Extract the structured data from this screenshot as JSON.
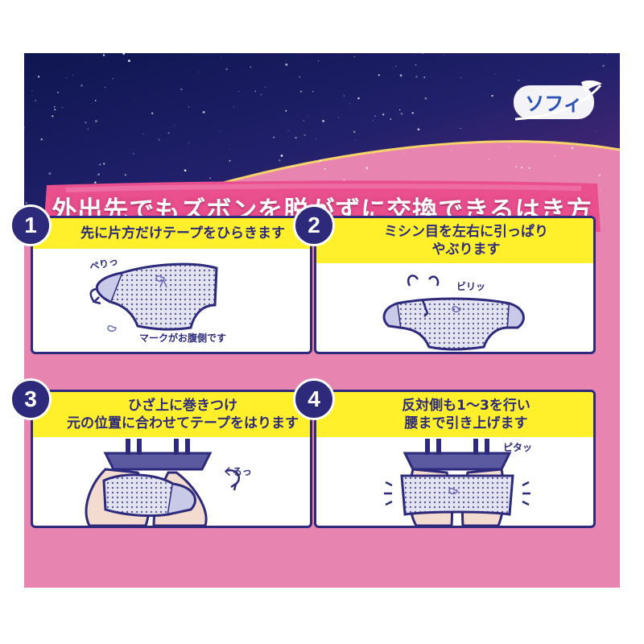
{
  "brand": {
    "logo_text": "ソフィ"
  },
  "headline": {
    "text": "外出先でもズボンを脱がずに交換できるはき方"
  },
  "steps": [
    {
      "number": "1",
      "lines": [
        "先に片方だけテープをひらきます"
      ],
      "notes": [
        "ぺりっ",
        "マークがお腹側です"
      ]
    },
    {
      "number": "2",
      "lines": [
        "ミシン目を左右に引っぱり",
        "やぶります"
      ],
      "notes": [
        "ビリッ"
      ]
    },
    {
      "number": "3",
      "lines": [
        "ひざ上に巻きつけ",
        "元の位置に合わせてテープをはります"
      ],
      "notes": [
        "くるっ"
      ]
    },
    {
      "number": "4",
      "lines": [
        "反対側も1〜3を行い",
        "腰まで引き上げます"
      ],
      "notes": [
        "ピタッ"
      ]
    }
  ],
  "colors": {
    "navy": "#2d2a7c",
    "yellow": "#fff02b",
    "pink": "#e785b0",
    "sky": "#1a1f5e"
  }
}
